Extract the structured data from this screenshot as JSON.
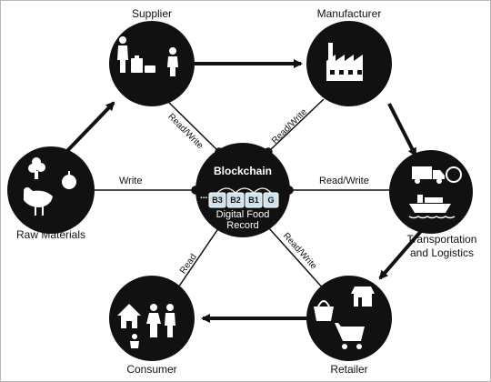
{
  "nodes": {
    "supplier": "Supplier",
    "manufacturer": "Manufacturer",
    "raw_materials": "Raw Materials",
    "blockchain": "Blockchain",
    "transport_line1": "Transportation",
    "transport_line2": "and Logistics",
    "consumer": "Consumer",
    "retailer": "Retailer"
  },
  "blockchain": {
    "blocks": [
      "B3",
      "B2",
      "B1",
      "G"
    ],
    "ellipsis": "...",
    "record_line1": "Digital Food",
    "record_line2": "Record"
  },
  "edges": {
    "supplier": "Read/Write",
    "manufacturer": "Read/Write",
    "raw_materials": "Write",
    "transport": "Read/Write",
    "consumer": "Read",
    "retailer": "Read/Write"
  },
  "icons": {
    "supplier": "people-with-luggage-icon",
    "manufacturer": "factory-icon",
    "raw_materials": "produce-and-chicken-icon",
    "transport": "truck-and-ship-icon",
    "consumer": "house-and-family-icon",
    "retailer": "store-and-cart-icon"
  },
  "colors": {
    "node": "#111111",
    "line": "#111111",
    "background": "#ffffff"
  }
}
